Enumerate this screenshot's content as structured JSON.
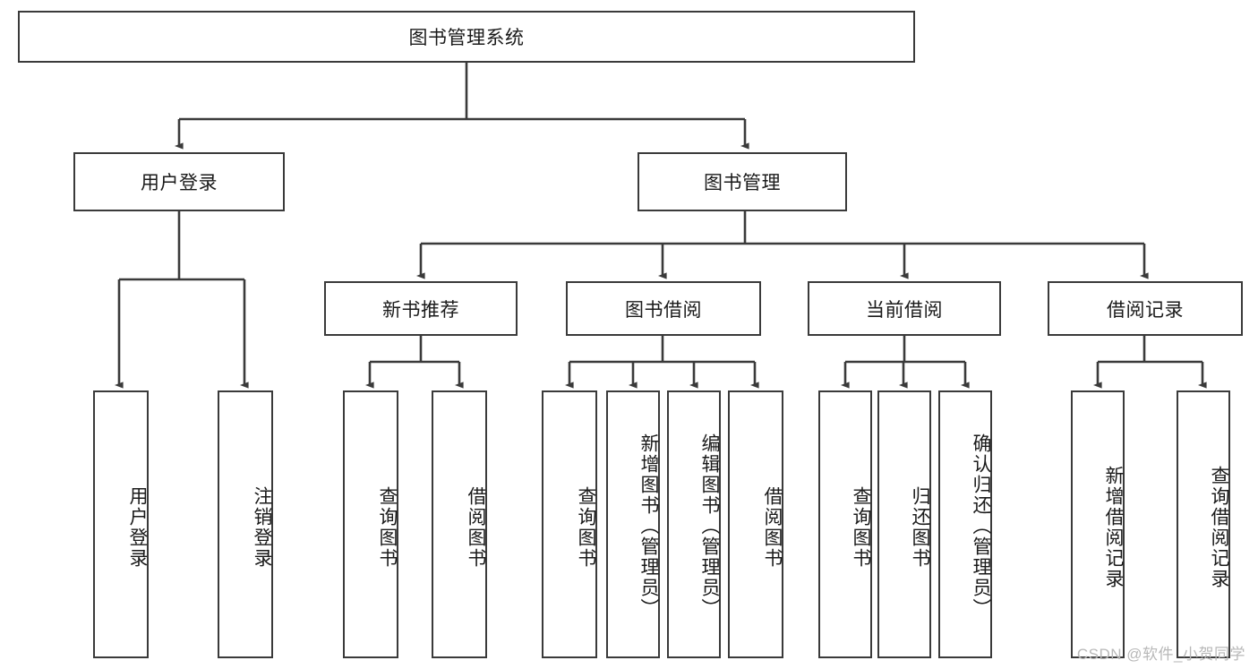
{
  "diagram": {
    "title": "图书管理系统",
    "watermark": "CSDN @软件_小贺同学",
    "root": {
      "label": "图书管理系统"
    },
    "level2": [
      {
        "id": "user-login",
        "label": "用户登录"
      },
      {
        "id": "book-management",
        "label": "图书管理"
      }
    ],
    "level3": [
      {
        "id": "new-book-recommend",
        "label": "新书推荐"
      },
      {
        "id": "book-borrow",
        "label": "图书借阅"
      },
      {
        "id": "current-borrow",
        "label": "当前借阅"
      },
      {
        "id": "borrow-record",
        "label": "借阅记录"
      }
    ],
    "leaves": {
      "user_login": [
        {
          "id": "leaf-user-login",
          "label": "用户登录"
        },
        {
          "id": "leaf-logout-login",
          "label": "注销登录"
        }
      ],
      "new_book_recommend": [
        {
          "id": "leaf-query-book-1",
          "label": "查询图书"
        },
        {
          "id": "leaf-borrow-book-1",
          "label": "借阅图书"
        }
      ],
      "book_borrow": [
        {
          "id": "leaf-query-book-2",
          "label": "查询图书"
        },
        {
          "id": "leaf-add-book",
          "label": "新增图书（管理员）"
        },
        {
          "id": "leaf-edit-book",
          "label": "编辑图书（管理员）"
        },
        {
          "id": "leaf-borrow-book-2",
          "label": "借阅图书"
        }
      ],
      "current_borrow": [
        {
          "id": "leaf-query-book-3",
          "label": "查询图书"
        },
        {
          "id": "leaf-return-book",
          "label": "归还图书"
        },
        {
          "id": "leaf-confirm-return",
          "label": "确认归还（管理员）"
        }
      ],
      "borrow_record": [
        {
          "id": "leaf-add-record",
          "label": "新增借阅记录"
        },
        {
          "id": "leaf-query-record",
          "label": "查询借阅记录"
        }
      ]
    },
    "colors": {
      "stroke": "#3a3a3a",
      "fill": "#ffffff",
      "text": "#1a1a1a",
      "watermark": "#b8b8b8"
    }
  }
}
